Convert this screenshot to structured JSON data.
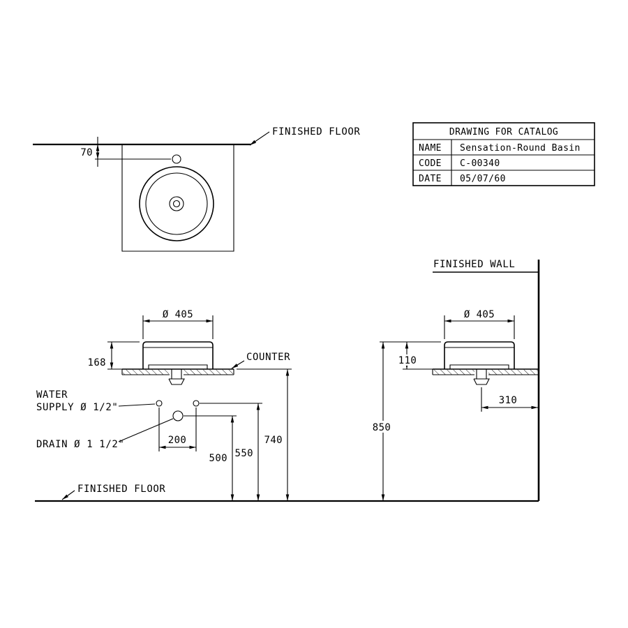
{
  "title_block": {
    "title": "DRAWING FOR CATALOG",
    "rows": [
      {
        "label": "NAME",
        "value": "Sensation-Round Basin"
      },
      {
        "label": "CODE",
        "value": "C-00340"
      },
      {
        "label": "DATE",
        "value": "05/07/60"
      }
    ]
  },
  "labels": {
    "finished_floor_top": "FINISHED FLOOR",
    "finished_wall": "FINISHED WALL",
    "finished_floor_bottom": "FINISHED FLOOR",
    "counter": "COUNTER",
    "water_supply_line1": "WATER",
    "water_supply_line2": "SUPPLY Ø 1/2\"",
    "drain": "DRAIN Ø 1 1/2\""
  },
  "dimensions": {
    "faucet_offset": "70",
    "front_diameter": "Ø 405",
    "front_height": "168",
    "supply_spacing": "200",
    "drain_height": "500",
    "supply_height": "550",
    "counter_height": "740",
    "rim_height": "850",
    "side_diameter": "Ø 405",
    "side_height": "110",
    "drain_wall_offset": "310"
  },
  "colors": {
    "line": "#000000",
    "background": "#ffffff"
  }
}
